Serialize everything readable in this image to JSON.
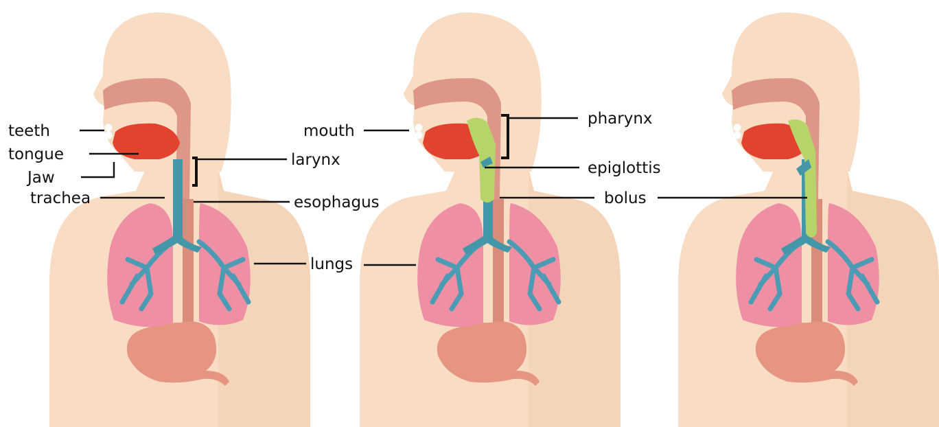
{
  "colors": {
    "skin": "#f8dcc4",
    "skin_shade": "#f2cfb3",
    "cavity": "#de9686",
    "tongue": "#e2432e",
    "teeth": "#ffffff",
    "trachea": "#4397a9",
    "lungs": "#ef8fa4",
    "bronchi": "#4a9bb3",
    "esophagus": "#d98c7a",
    "stomach": "#e59580",
    "bolus": "#b7d46a"
  },
  "panels": [
    {
      "id": "panel-1",
      "labels": {
        "teeth": "teeth",
        "tongue": "tongue",
        "jaw": "Jaw",
        "trachea": "trachea",
        "larynx": "larynx",
        "esophagus": "esophagus",
        "lungs": "lungs"
      }
    },
    {
      "id": "panel-2",
      "labels": {
        "mouth": "mouth",
        "pharynx": "pharynx",
        "epiglottis": "epiglottis",
        "bolus": "bolus"
      }
    },
    {
      "id": "panel-3",
      "labels": {}
    }
  ],
  "icons": [
    "head-torso-silhouette",
    "lung-icon",
    "stomach-icon",
    "tongue-icon",
    "teeth-icon",
    "bolus-icon"
  ]
}
